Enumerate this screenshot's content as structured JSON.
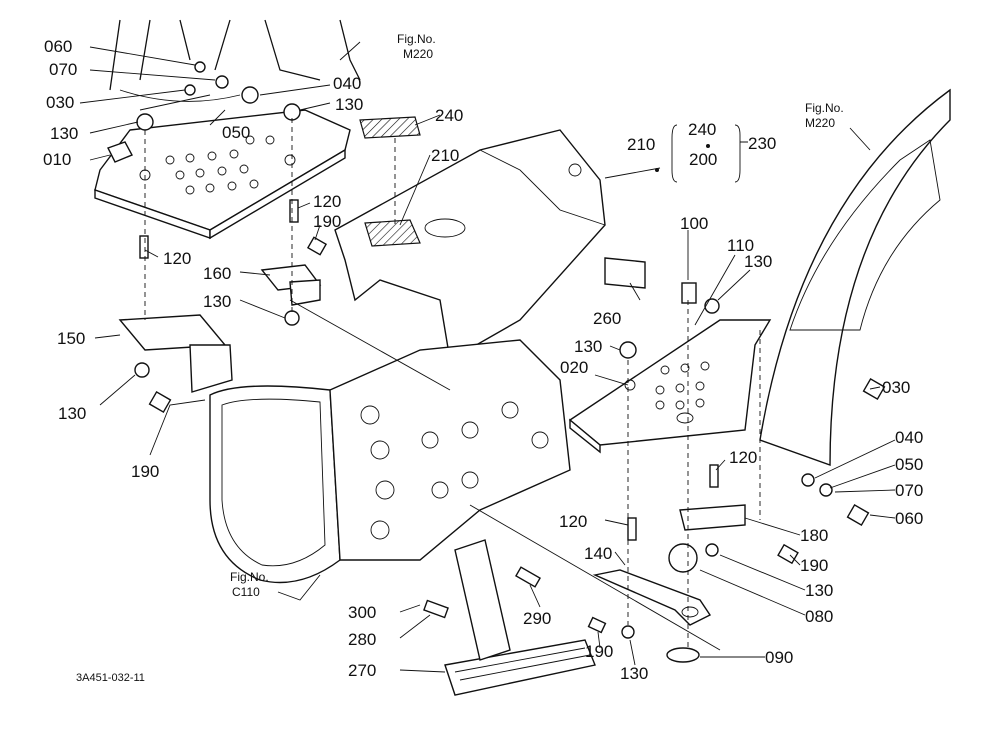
{
  "diagram": {
    "drawing_code": "3A451-032-11",
    "figure_references": [
      {
        "fig": "Fig.No.",
        "num": "M220"
      },
      {
        "fig": "Fig.No.",
        "num": "M220"
      },
      {
        "fig": "Fig.No.",
        "num": "C110"
      }
    ],
    "group_bracket": {
      "left": "210",
      "inner_top": "240",
      "inner_bottom": "200",
      "right": "230"
    },
    "part_labels": [
      "060",
      "070",
      "030",
      "040",
      "130",
      "130",
      "050",
      "010",
      "240",
      "210",
      "120",
      "190",
      "120",
      "160",
      "130",
      "150",
      "130",
      "190",
      "260",
      "100",
      "110",
      "130",
      "130",
      "020",
      "030",
      "040",
      "050",
      "070",
      "060",
      "120",
      "120",
      "180",
      "140",
      "190",
      "290",
      "130",
      "300",
      "280",
      "080",
      "190",
      "130",
      "270",
      "090"
    ]
  }
}
